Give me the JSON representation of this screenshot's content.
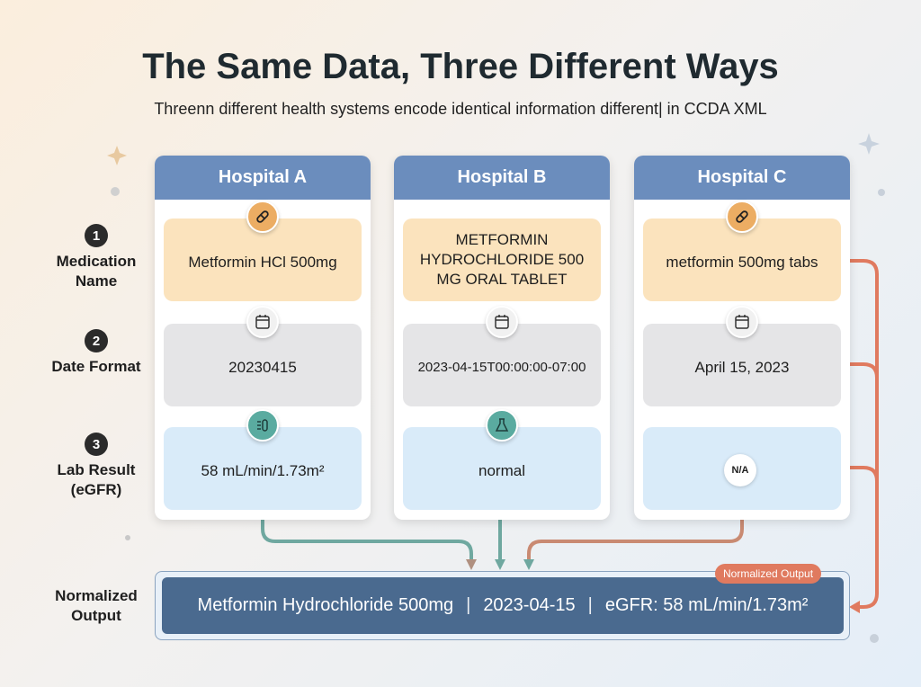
{
  "title": "The Same Data, Three Different Ways",
  "subtitle": "Threenn different health systems encode identical information different| in CCDA XML",
  "rows": [
    {
      "number": "1",
      "label": "Medication Name"
    },
    {
      "number": "2",
      "label": "Date Format"
    },
    {
      "number": "3",
      "label": "Lab Result (eGFR)"
    }
  ],
  "hospitals": [
    {
      "name": "Hospital A",
      "medication": "Metformin HCl 500mg",
      "date": "20230415",
      "lab": "58 mL/min/1.73m²"
    },
    {
      "name": "Hospital B",
      "medication": "METFORMIN HYDROCHLORIDE 500 MG ORAL TABLET",
      "date": "2023-04-15T00:00:00-07:00",
      "lab": "normal"
    },
    {
      "name": "Hospital C",
      "medication": "metformin 500mg tabs",
      "date": "April 15, 2023",
      "lab": "N/A"
    }
  ],
  "output": {
    "row_label": "Normalized Output",
    "badge": "Normalized Output",
    "medication": "Metformin Hydrochloride 500mg",
    "date": "2023-04-15",
    "lab": "eGFR: 58 mL/min/1.73m²",
    "separator": "|"
  },
  "colors": {
    "header": "#6b8dbd",
    "teal": "#5aaba0",
    "orange": "#e07a5f",
    "output": "#4a6a8f"
  }
}
